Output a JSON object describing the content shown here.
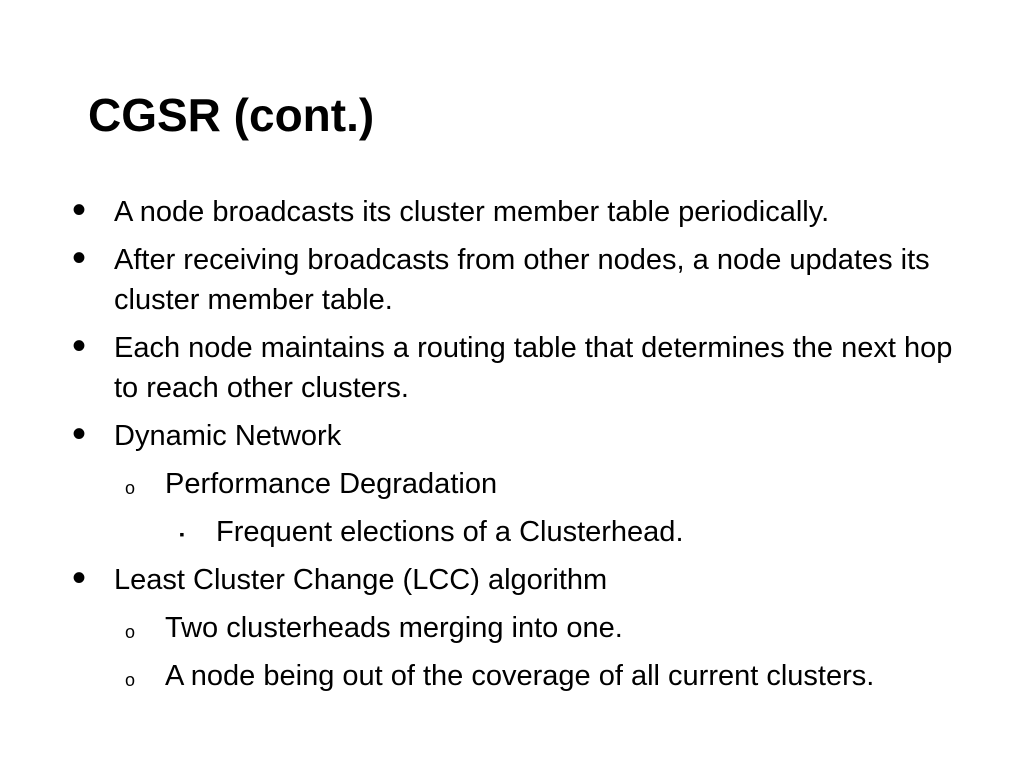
{
  "slide": {
    "title": "CGSR (cont.)",
    "bullets": [
      {
        "marker": "•",
        "text": "A node broadcasts its cluster member table periodically."
      },
      {
        "marker": "•",
        "text": "After receiving broadcasts from other nodes, a node updates its cluster member table."
      },
      {
        "marker": "•",
        "text": "Each node maintains a routing table that determines the next hop to reach other clusters."
      },
      {
        "marker": "•",
        "text": "Dynamic Network"
      },
      {
        "marker": "o",
        "text": "Performance Degradation"
      },
      {
        "marker": "▪",
        "text": "Frequent elections of a Clusterhead."
      },
      {
        "marker": "•",
        "text": "Least Cluster Change (LCC) algorithm"
      },
      {
        "marker": "o",
        "text": "Two clusterheads merging into one."
      },
      {
        "marker": "o",
        "text": "A node being out of the coverage of all current clusters."
      }
    ]
  }
}
